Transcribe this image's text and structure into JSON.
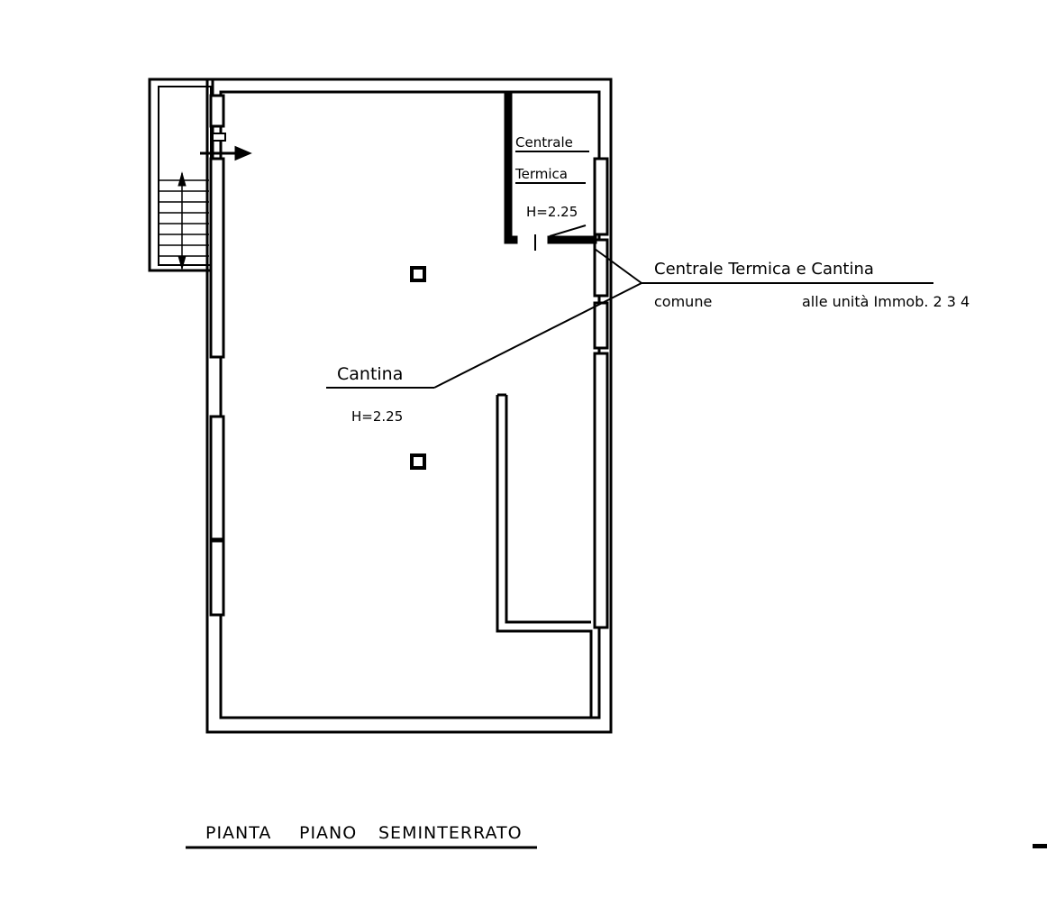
{
  "plan": {
    "title_words": [
      "PIANTA",
      "PIANO",
      "SEMINTERRATO"
    ],
    "centrale_label": [
      "Centrale",
      "Termica"
    ],
    "centrale_height": "H=2.25",
    "cantina_label": "Cantina",
    "cantina_height": "H=2.25",
    "annotation_line1": "Centrale Termica e Cantina",
    "annotation_line2_a": "comune",
    "annotation_line2_b": "alle unità Immob. 2 3 4"
  }
}
